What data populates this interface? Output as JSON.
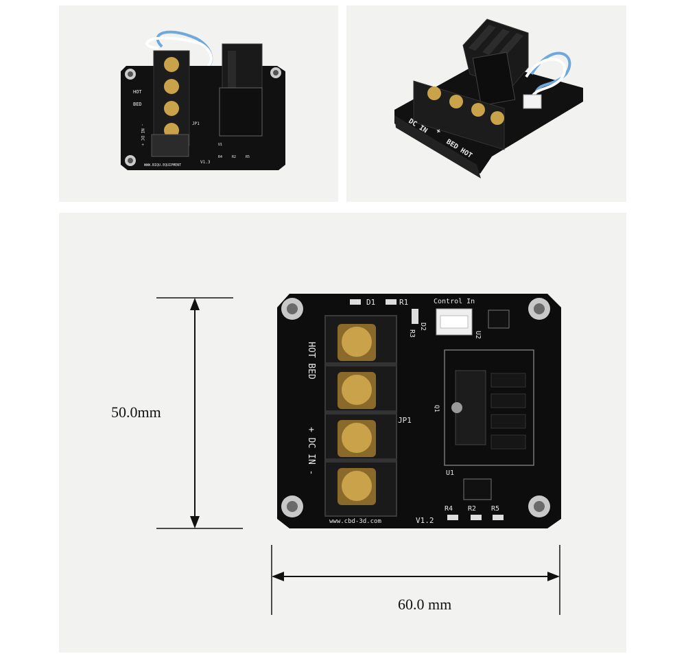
{
  "photos": {
    "left": {
      "labels": {
        "hot": "HOT",
        "bed": "BED",
        "dc_in": "- NI DC +",
        "jp1": "JP1",
        "website": "WWW.BIQU.EQUIPMENT",
        "version": "V1.3",
        "u1": "U1",
        "r4": "R4",
        "r2": "R2",
        "r5": "R5"
      }
    },
    "right": {
      "labels": {
        "dc_in": "DC IN",
        "bed_hot": "BED HOT",
        "plus": "+"
      }
    },
    "main": {
      "labels": {
        "d1": "D1",
        "r1": "R1",
        "control_in": "Control In",
        "r3": "R3",
        "d2": "D2",
        "u2": "U2",
        "hot_bed": "HOT BED",
        "plus_dc_in": "+ DC IN -",
        "jp1": "JP1",
        "q1": "Q1",
        "u1": "U1",
        "r4": "R4",
        "r2": "R2",
        "r5": "R5",
        "website": "www.cbd-3d.com",
        "version": "V1.2"
      },
      "dimensions": {
        "height": "50.0mm",
        "width": "60.0 mm"
      }
    }
  },
  "colors": {
    "pcb": "#0d0d0d",
    "brass": "#c9a24a",
    "background": "#f2f2f1"
  }
}
